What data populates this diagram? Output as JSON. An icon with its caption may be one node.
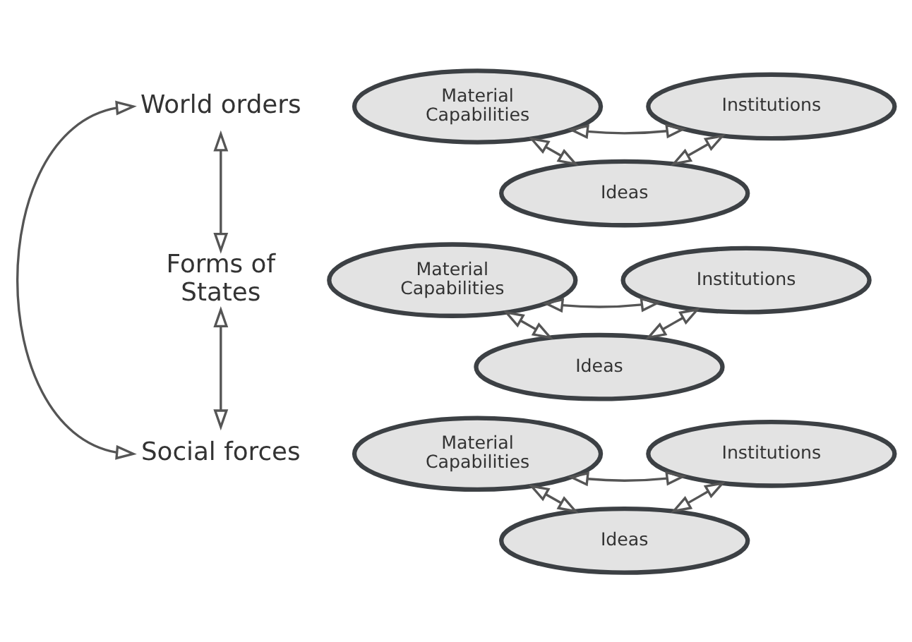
{
  "diagram": {
    "nodes": [
      {
        "text": [
          "World orders"
        ]
      },
      {
        "text": [
          "Material Capabilities"
        ]
      },
      {
        "text": [
          "Institutions"
        ]
      },
      {
        "text": [
          "Ideas"
        ]
      },
      {
        "text": [
          "Forms of States"
        ]
      },
      {
        "text": [
          "Material Capabilities"
        ]
      },
      {
        "text": [
          "Institutions"
        ]
      },
      {
        "text": [
          "Ideas"
        ]
      },
      {
        "text": [
          "Social forces"
        ]
      },
      {
        "text": [
          "Material Capabilities"
        ]
      },
      {
        "text": [
          "Institutions"
        ]
      },
      {
        "text": [
          "Ideas"
        ]
      }
    ],
    "edges": [
      {
        "from": 1,
        "to": 2,
        "arrow": "both"
      },
      {
        "from": 1,
        "to": 3,
        "arrow": "both"
      },
      {
        "from": 3,
        "to": 2,
        "arrow": "both"
      },
      {
        "from": 0,
        "to": 4,
        "arrow": "both"
      },
      {
        "from": 5,
        "to": 6,
        "arrow": "both"
      },
      {
        "from": 5,
        "to": 7,
        "arrow": "both"
      },
      {
        "from": 7,
        "to": 6,
        "arrow": "both"
      },
      {
        "from": 4,
        "to": 8,
        "arrow": "both"
      },
      {
        "from": 9,
        "to": 10,
        "arrow": "both"
      },
      {
        "from": 9,
        "to": 11,
        "arrow": "both"
      },
      {
        "from": 11,
        "to": 10,
        "arrow": "both"
      },
      {
        "from": 0,
        "to": 8,
        "arrow": "both"
      }
    ]
  }
}
